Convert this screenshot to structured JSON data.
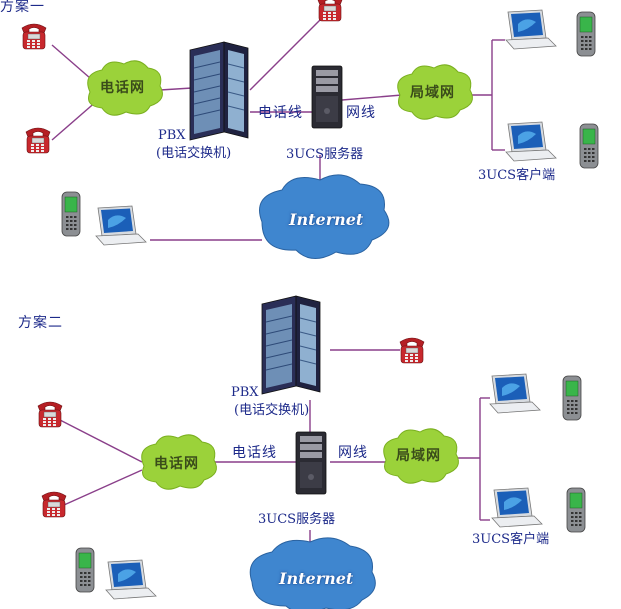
{
  "scheme1": {
    "title": "方案一",
    "phone_network": "电话网",
    "pbx_line1": "PBX",
    "pbx_line2": "(电话交换机)",
    "phone_line": "电话线",
    "net_line": "网线",
    "server": "3UCS服务器",
    "lan": "局域网",
    "client": "3UCS客户端",
    "internet": "Internet"
  },
  "scheme2": {
    "title": "方案二",
    "phone_network": "电话网",
    "pbx_line1": "PBX",
    "pbx_line2": "(电话交换机)",
    "phone_line": "电话线",
    "net_line": "网线",
    "server": "3UCS服务器",
    "lan": "局域网",
    "client": "3UCS客户端",
    "internet": "Internet"
  },
  "colors": {
    "line": "#8a3f8a",
    "phone_cloud": "#9bd23a",
    "internet_cloud": "#3f86cf",
    "label": "#1d2a8a",
    "phone_red": "#c0262a",
    "server_dark": "#2b2b33"
  },
  "icons": [
    "telephone-icon",
    "pbx-cabinet-icon",
    "server-tower-icon",
    "laptop-icon",
    "mobile-phone-icon",
    "cloud-icon"
  ]
}
